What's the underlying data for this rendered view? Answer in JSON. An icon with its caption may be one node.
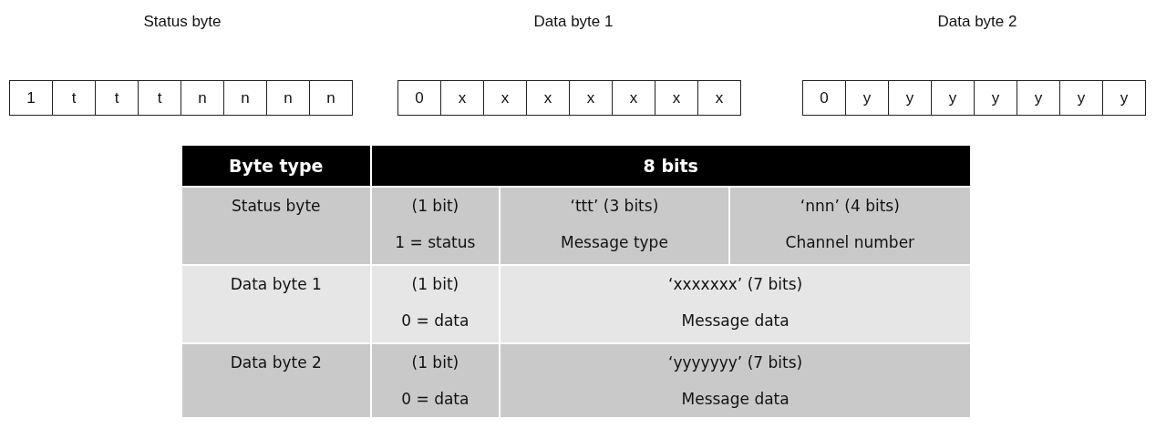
{
  "diagram": {
    "labels": [
      "Status byte",
      "Data byte 1",
      "Data byte 2",
      "1",
      "t",
      "t",
      "t",
      "n",
      "n",
      "n",
      "n",
      "0",
      "x",
      "x",
      "x",
      "x",
      "x",
      "x",
      "x",
      "0",
      "y",
      "y",
      "y",
      "y",
      "y",
      "y",
      "y",
      "Byte type",
      "8 bits",
      "Status byte",
      "(1 bit)",
      "‘ttt’ (3 bits)",
      "‘nnn’ (4 bits)",
      "1 = status",
      "Message type",
      "Channel number",
      "Data byte 1",
      "(1 bit)",
      "‘xxxxxxx’ (7 bits)",
      "0 = data",
      "Message data",
      "Data byte 2",
      "(1 bit)",
      "‘yyyyyyy’ (7 bits)",
      "0 = data",
      "Message data"
    ]
  }
}
